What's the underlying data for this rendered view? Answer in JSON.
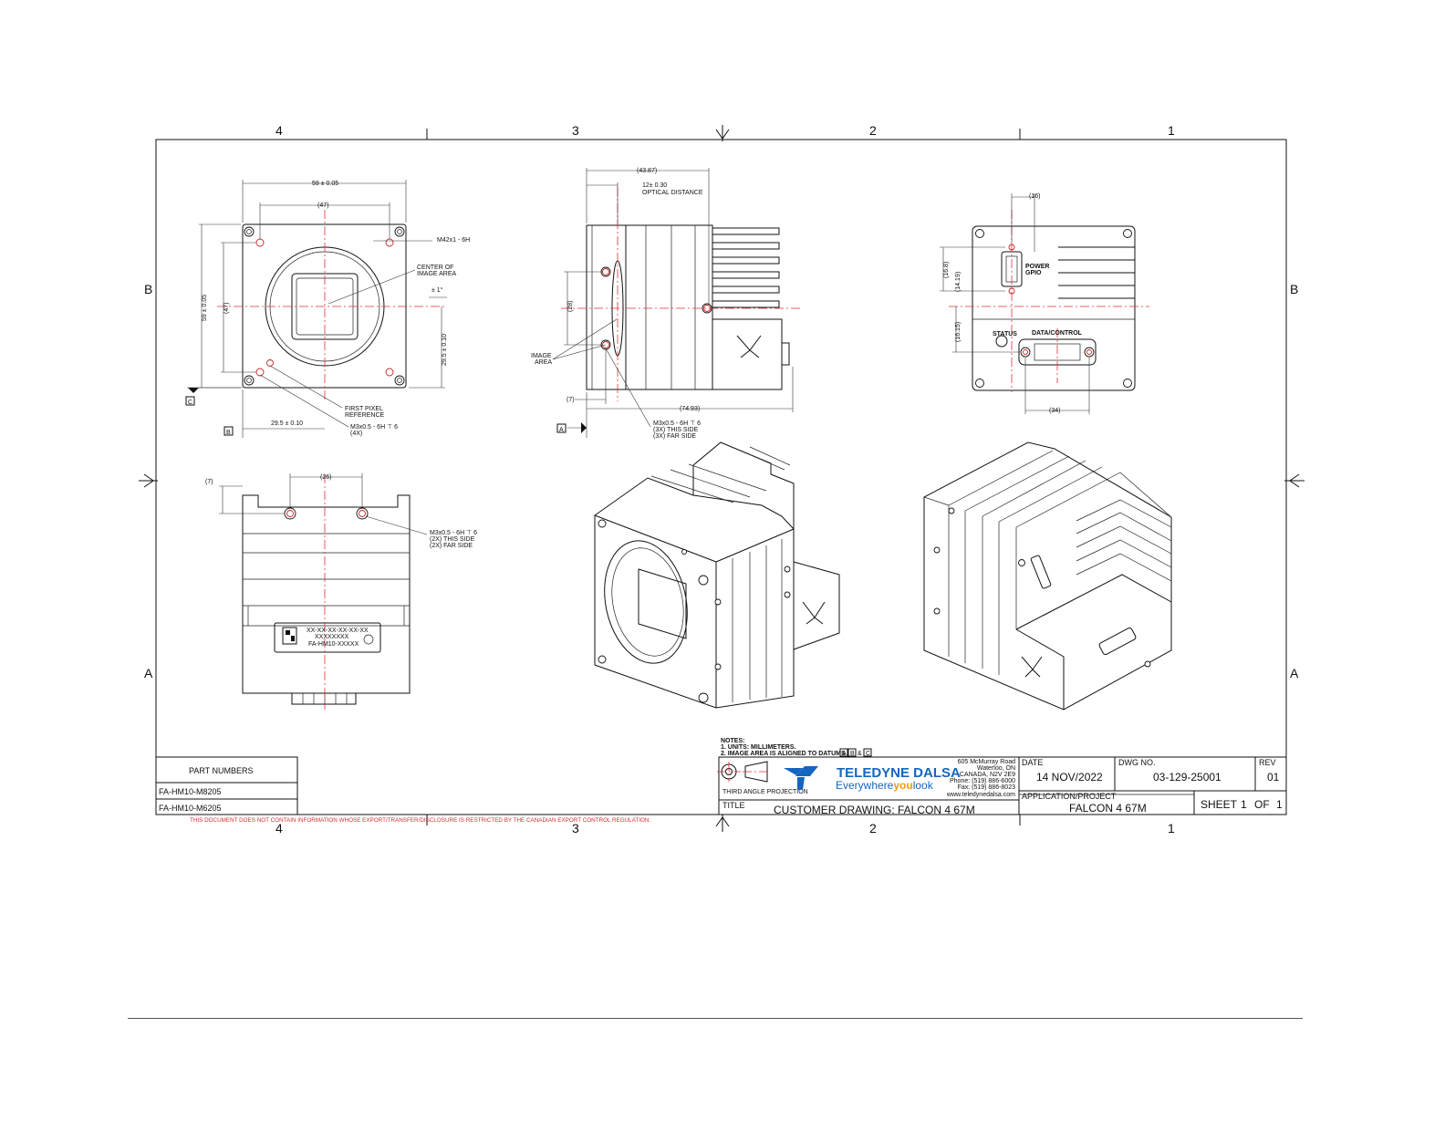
{
  "zones": {
    "top": [
      "4",
      "3",
      "2",
      "1"
    ],
    "bottom": [
      "4",
      "3",
      "2",
      "1"
    ],
    "left": [
      "B",
      "A"
    ],
    "right": [
      "B",
      "A"
    ]
  },
  "front_view": {
    "width_dim": "59 ± 0.05",
    "hole_span": "(47)",
    "height_dim": "59 ± 0.05",
    "hole_span_v": "(47)",
    "thread": "M42x1 - 6H",
    "center_label": [
      "CENTER OF",
      "IMAGE AREA"
    ],
    "angle": "± 1°",
    "half_h": "29.5 ± 0.10",
    "half_w": "29.5 ± 0.10",
    "first_pixel": [
      "FIRST PIXEL",
      "REFERENCE"
    ],
    "screw": [
      "M3x0.5 - 6H ⊤ 6",
      "(4X)"
    ],
    "datum_c": "C",
    "datum_b": "B"
  },
  "side_view": {
    "overall": "(43.87)",
    "optical": [
      "12± 0.30",
      "OPTICAL DISTANCE"
    ],
    "image_area": [
      "IMAGE",
      "AREA"
    ],
    "hole_v": "(28)",
    "offset": "(7)",
    "length": "(74.93)",
    "screw": [
      "M3x0.5 - 6H ⊤ 6",
      "(3X) THIS SIDE",
      "(3X) FAR SIDE"
    ],
    "datum_a": "A"
  },
  "rear_view": {
    "top_dim": "(16)",
    "dim1": "(16.8)",
    "dim2": "(14.19)",
    "dim3": "(16.15)",
    "bottom_dim": "(34)",
    "power_label": [
      "POWER",
      "GPIO"
    ],
    "status_label": "STATUS",
    "data_label": "DATA/CONTROL"
  },
  "bottom_view": {
    "offset": "(7)",
    "span": "(26)",
    "screw": [
      "M3x0.5 - 6H ⊤ 6",
      "(2X) THIS SIDE",
      "(2X) FAR SIDE"
    ],
    "label_line1": "XX-XX-XX-XX-XX-XX",
    "label_line2": "XXXXXXXX",
    "label_line3": "FA-HM10-XXXXX"
  },
  "notes": {
    "heading": "NOTES:",
    "line1": "1. UNITS: MILLIMETERS.",
    "line2": "2. IMAGE AREA IS ALIGNED TO DATUMS",
    "datums": [
      "A",
      "B",
      "C"
    ]
  },
  "part_numbers": {
    "header": "PART NUMBERS",
    "items": [
      "FA-HM10-M8205",
      "FA-HM10-M6205"
    ]
  },
  "export_notice": "THIS DOCUMENT DOES NOT CONTAIN INFORMATION WHOSE EXPORT/TRANSFER/DISCLOSURE IS RESTRICTED BY THE CANADIAN EXPORT CONTROL REGULATION.",
  "title_block": {
    "projection": "THIRD ANGLE PROJECTION",
    "company": "TELEDYNE DALSA",
    "tagline_a": "Everywhere",
    "tagline_b": "you",
    "tagline_c": "look",
    "address": [
      "605 McMurray Road",
      "Waterloo, ON",
      "CANADA, N2V 2E9",
      "Phone: (519) 886-6000",
      "Fax: (519) 886-8023",
      "www.teledynedalsa.com"
    ],
    "date_label": "DATE",
    "date": "14 NOV/2022",
    "dwg_label": "DWG NO.",
    "dwg_no": "03-129-25001",
    "rev_label": "REV",
    "rev": "01",
    "app_label": "APPLICATION/PROJECT",
    "app": "FALCON 4 67M",
    "sheet_label": "SHEET",
    "sheet": "1",
    "of_label": "OF",
    "of": "1",
    "title_label": "TITLE",
    "title": "CUSTOMER DRAWING: FALCON 4 67M"
  },
  "colors": {
    "centerline": "#e0303a",
    "logo_blue": "#1565c0",
    "tagline_orange": "#f39c12",
    "notice_red": "#d32f2f"
  }
}
